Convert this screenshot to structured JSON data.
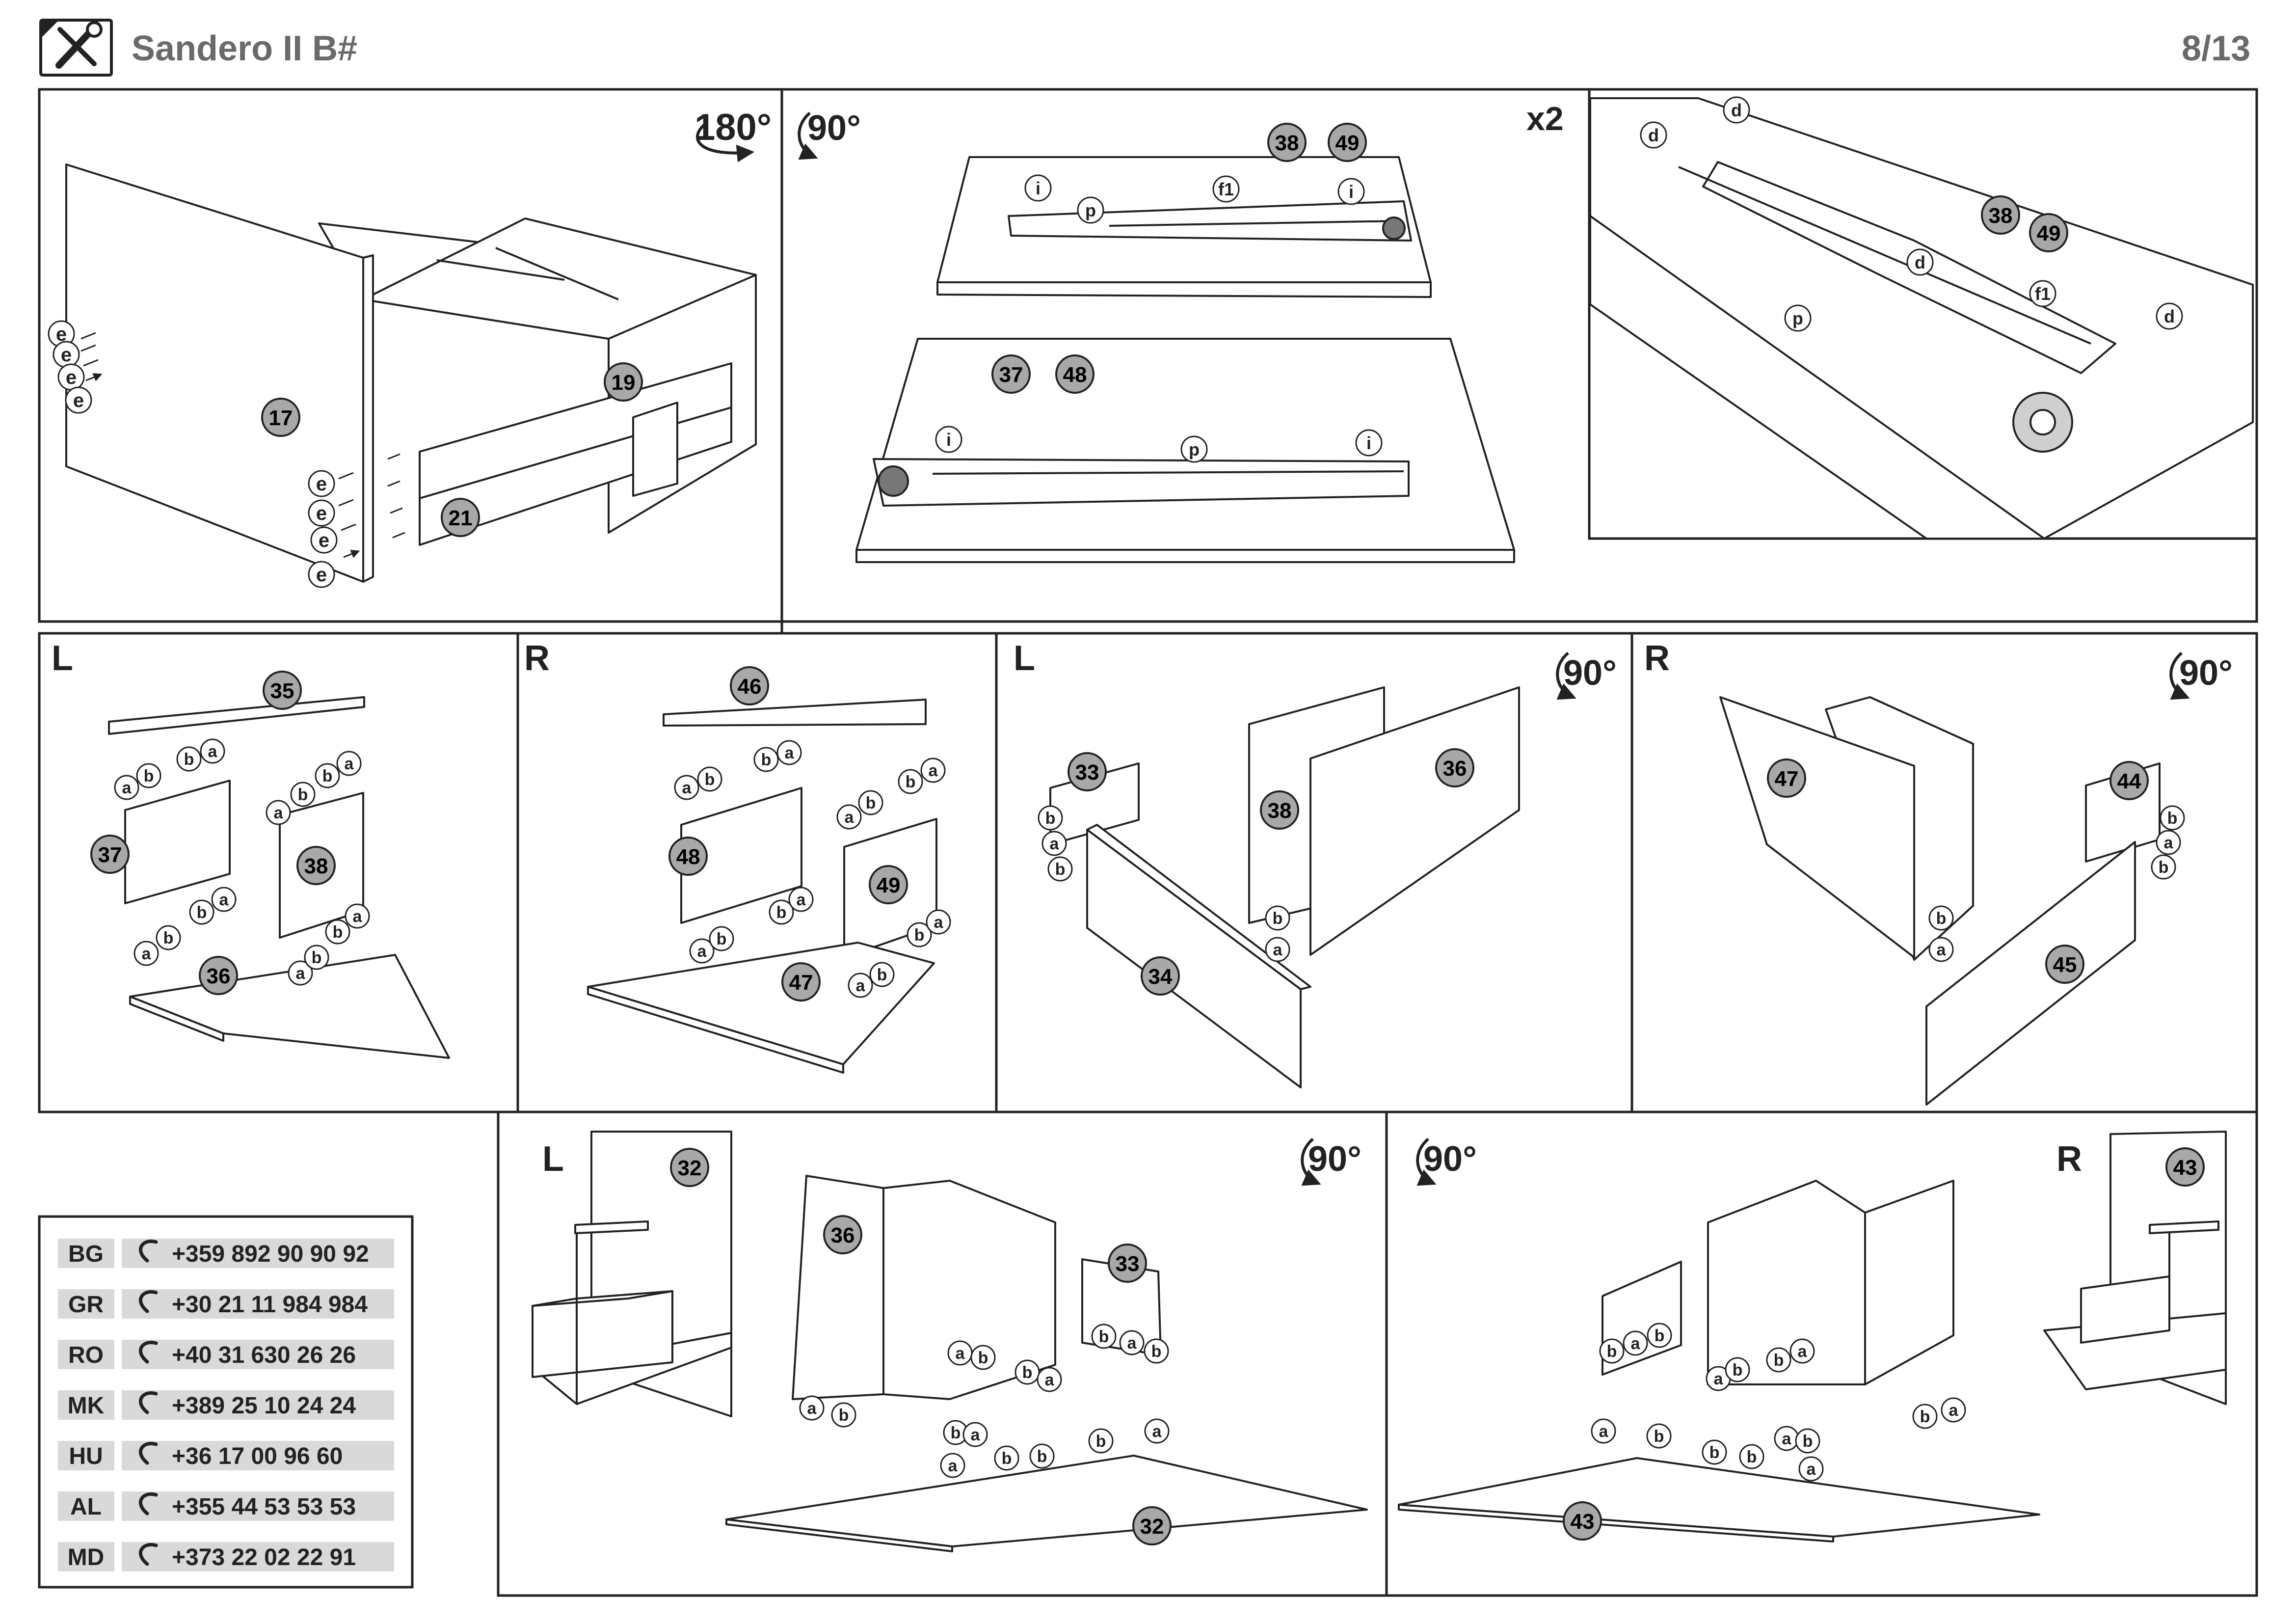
{
  "header": {
    "title": "Sandero II B#",
    "page": "8/13",
    "icon": "wrench-screwdriver-icon"
  },
  "panels": {
    "p1": {
      "rotation": "180°",
      "parts": [
        "17",
        "19",
        "21"
      ],
      "hardware": [
        "e",
        "e",
        "e",
        "e",
        "e",
        "e",
        "e",
        "e"
      ]
    },
    "p2": {
      "rotation": "90°",
      "parts": [
        "38",
        "49",
        "37",
        "48"
      ],
      "hardware": [
        "i",
        "p",
        "f1",
        "i",
        "i",
        "p",
        "i"
      ]
    },
    "p3": {
      "multiplier": "x2",
      "parts": [
        "38",
        "49"
      ],
      "hardware": [
        "d",
        "d",
        "d",
        "d",
        "f1",
        "p"
      ]
    },
    "p4": {
      "side": "L",
      "parts": [
        "35",
        "37",
        "38",
        "36"
      ]
    },
    "p5": {
      "side": "R",
      "parts": [
        "46",
        "48",
        "49",
        "47"
      ]
    },
    "p6": {
      "side": "L",
      "rotation": "90°",
      "parts": [
        "33",
        "38",
        "36",
        "34"
      ]
    },
    "p7": {
      "side": "R",
      "rotation": "90°",
      "parts": [
        "47",
        "44",
        "45"
      ]
    },
    "p8": {
      "side": "L",
      "rotation": "90°",
      "parts": [
        "32",
        "36",
        "33",
        "32"
      ]
    },
    "p9": {
      "side": "R",
      "rotation": "90°",
      "parts": [
        "43",
        "43"
      ]
    }
  },
  "hw": {
    "a": "a",
    "b": "b"
  },
  "contacts": [
    {
      "country": "BG",
      "phone": "+359 892 90 90 92"
    },
    {
      "country": "GR",
      "phone": "+30 21 11 984 984"
    },
    {
      "country": "RO",
      "phone": "+40 31 630 26 26"
    },
    {
      "country": "MK",
      "phone": "+389 25 10 24 24"
    },
    {
      "country": "HU",
      "phone": "+36 17 00 96 60"
    },
    {
      "country": "AL",
      "phone": "+355 44 53 53 53"
    },
    {
      "country": "MD",
      "phone": "+373 22 02 22 91"
    }
  ],
  "contact_icon": "phone-handset-icon"
}
